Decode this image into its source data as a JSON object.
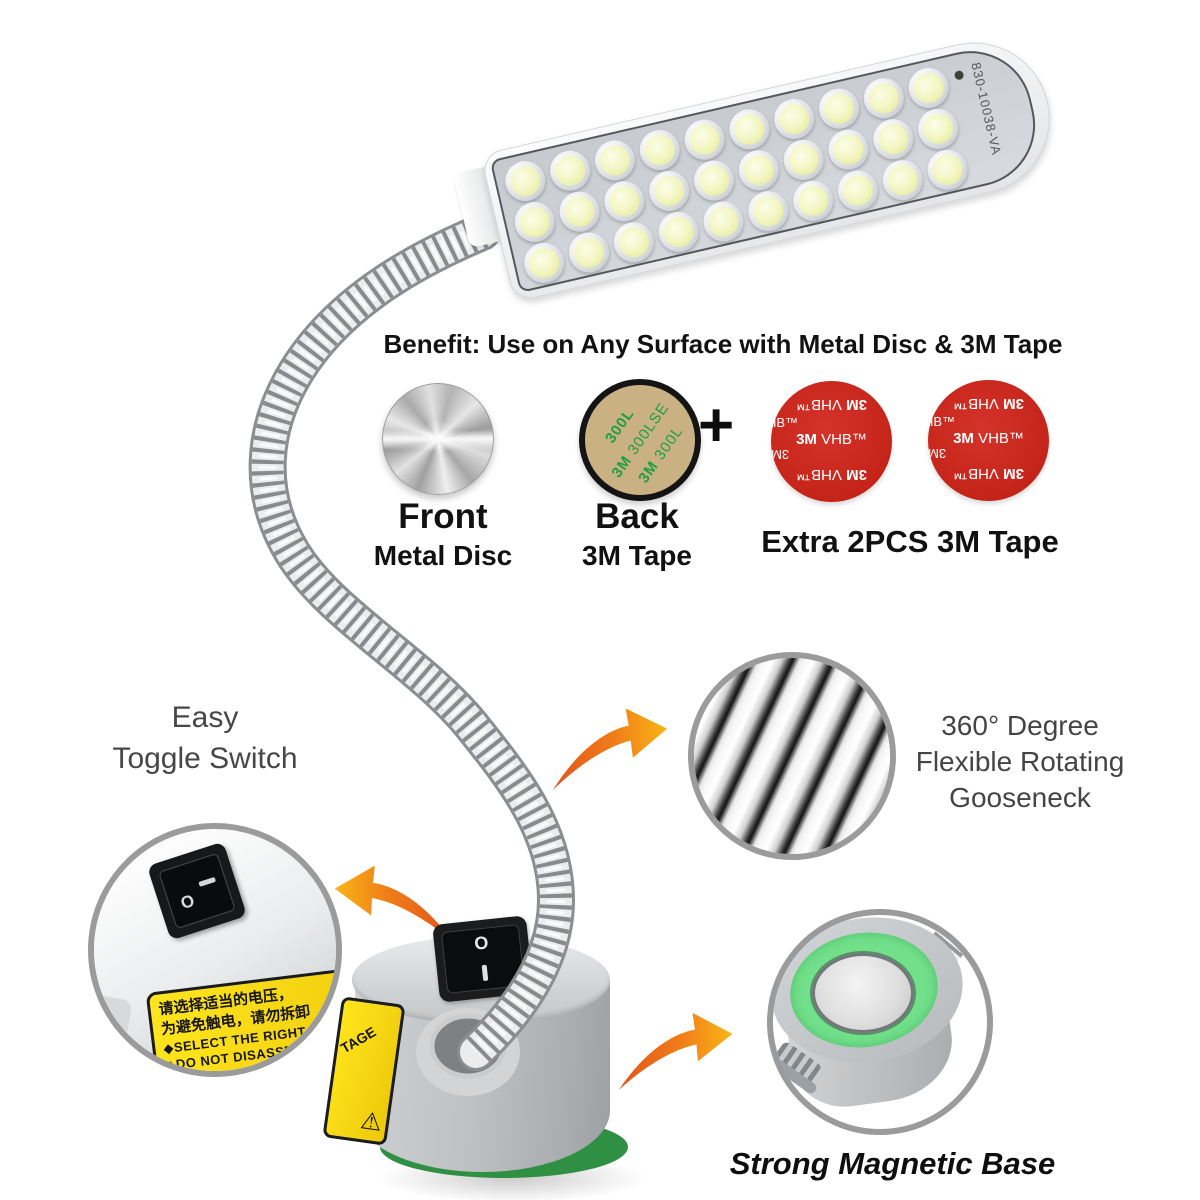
{
  "benefit": {
    "title": "Benefit: Use on Any Surface with Metal Disc & 3M Tape",
    "plus": "+",
    "front_label": "Front",
    "front_sublabel": "Metal Disc",
    "back_label": "Back",
    "back_sublabel": "3M Tape",
    "extra_label": "Extra 2PCS 3M Tape",
    "lse_brand": "3M",
    "lse_product": "300LSE",
    "lse_fragment": "300L",
    "vhb_brand": "3M",
    "vhb_product": "VHB™",
    "vhb_fragment": "HB™",
    "vhb_fragment2": "3M"
  },
  "callouts": {
    "toggle_line1": "Easy",
    "toggle_line2": "Toggle Switch",
    "gooseneck_line1": "360° Degree",
    "gooseneck_line2": "Flexible Rotating",
    "gooseneck_line3": "Gooseneck",
    "magnet_label": "Strong Magnetic Base"
  },
  "product": {
    "model_number": "830-10038-VA",
    "led_rows": 3,
    "led_cols": 10,
    "switch_off": "O",
    "switch_on": "I",
    "warning_label": {
      "line1": "请选择适当的电压，",
      "line2": "为避免触电，请勿拆卸",
      "line3": "◆SELECT THE RIGHT VOLT",
      "line4": "◆DO NOT DISASSEMB",
      "side_fragment": "TAGE",
      "warning_symbol": "⚠"
    }
  },
  "colors": {
    "arrow_tail": "#e2541c",
    "arrow_head": "#f9b517",
    "tape_red": "#c42318",
    "tape_tan": "#c9b183",
    "tape_print_green": "#1f9e43",
    "magnet_ring_green": "#72df8a",
    "base_bottom_green": "#2f8f42",
    "circle_border": "#9b9b9b",
    "warning_yellow": "#f6dc00"
  }
}
